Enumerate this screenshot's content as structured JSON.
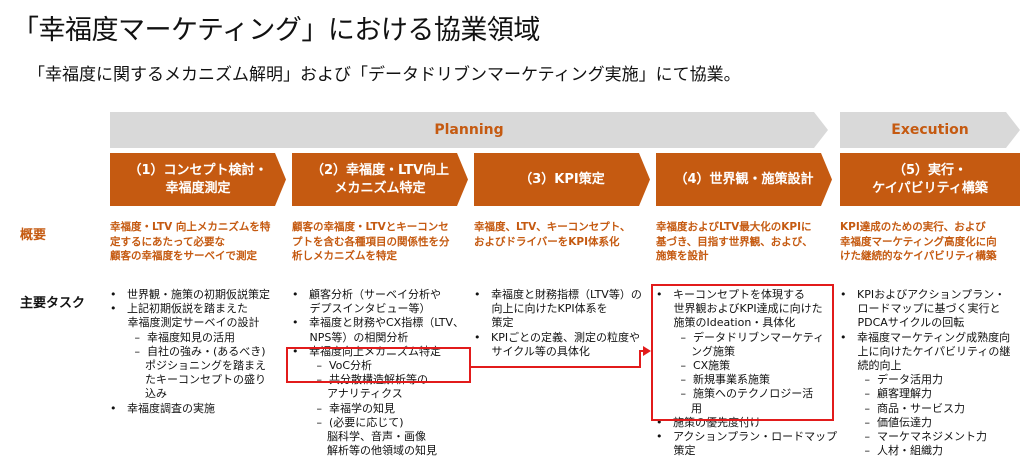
{
  "title": "「幸福度マーケティング」における協業領域",
  "subtitle": "「幸福度に関するメカニズム解明」および「データドリブンマーケティング実施」にて協業。",
  "bands": {
    "planning": "Planning",
    "execution": "Execution"
  },
  "phases": [
    "（1）コンセプト検討・\n幸福度測定",
    "（2）幸福度・LTV向上\nメカニズム特定",
    "（3）KPI策定",
    "（4）世界観・施策設計",
    "（5）実行・\nケイパビリティ構築"
  ],
  "row_labels": {
    "overview": "概要",
    "tasks": "主要タスク"
  },
  "overview": [
    "幸福度・LTV 向上メカニズムを特\n定するにあたって必要な\n顧客の幸福度をサーベイで測定",
    "顧客の幸福度・LTVとキーコンセ\nプトを含む各種項目の関係性を分\n析しメカニズムを特定",
    "幸福度、LTV、キーコンセプト、\nおよびドライバーをKPI体系化",
    "幸福度およびLTV最大化のKPIに\n基づき、目指す世界観、および、\n施策を設計",
    "KPI達成のための実行、および\n幸福度マーケティング高度化に向\nけた継続的なケイパビリティ構築"
  ],
  "tasks": [
    [
      "•   世界観・施策の初期仮説策定",
      "•   上記初期仮説を踏まえた",
      "     幸福度測定サーベイの設計",
      "       –  幸福度知見の活用",
      "       –  自社の強み・(あるべき)",
      "          ポジショニングを踏まえ",
      "          たキーコンセプトの盛り",
      "          込み",
      "•   幸福度調査の実施"
    ],
    [
      "•   顧客分析（サーベイ分析や",
      "     デプスインタビュー等）",
      "•   幸福度と財務やCX指標（LTV、",
      "     NPS等）の相関分析",
      "•   幸福度向上メカニズム特定",
      "       –  VoC分析",
      "       –  共分散構造解析等の",
      "          アナリティクス",
      "       –  幸福学の知見",
      "       –  (必要に応じて)",
      "          脳科学、音声・画像",
      "          解析等の他領域の知見"
    ],
    [
      "•   幸福度と財務指標（LTV等）の",
      "     向上に向けたKPI体系を",
      "     策定",
      "•   KPIごとの定義、測定の粒度や",
      "     サイクル等の具体化"
    ],
    [
      "•   キーコンセプトを体現する",
      "     世界観およびKPI達成に向けた",
      "     施策のIdeation・具体化",
      "       –  データドリブンマーケティ",
      "          ング施策",
      "       –  CX施策",
      "       –  新規事業系施策",
      "       –  施策へのテクノロジー活",
      "          用",
      "•   施策の優先度付け",
      "•   アクションプラン・ロードマップ",
      "     策定"
    ],
    [
      "•   KPIおよびアクションプラン・",
      "     ロードマップに基づく実行と",
      "     PDCAサイクルの回転",
      "•   幸福度マーケティング成熟度向",
      "     上に向けたケイパビリティの継",
      "     続的向上",
      "       –  データ活用力",
      "       –  顧客理解力",
      "       –  商品・サービス力",
      "       –  価値伝達力",
      "       –  マーケマネジメント力",
      "       –  人材・組織力"
    ]
  ],
  "colors": {
    "accent": "#c55a11",
    "band_gray": "#d9d9d9",
    "highlight_red": "#e21b1b"
  }
}
